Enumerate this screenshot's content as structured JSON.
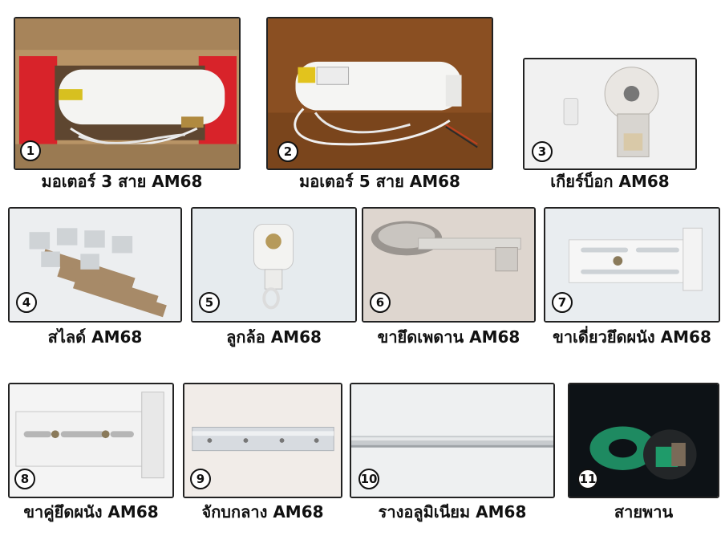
{
  "items": [
    {
      "number": "1",
      "caption": "มอเตอร์ 3 สาย AM68",
      "photo": "motor-3-wire-in-box"
    },
    {
      "number": "2",
      "caption": "มอเตอร์ 5 สาย AM68",
      "photo": "motor-5-wire"
    },
    {
      "number": "3",
      "caption": "เกียร์บ็อก AM68",
      "photo": "gearbox"
    },
    {
      "number": "4",
      "caption": "สไลด์ AM68",
      "photo": "slides-in-bag"
    },
    {
      "number": "5",
      "caption": "ลูกล้อ AM68",
      "photo": "roller-hook"
    },
    {
      "number": "6",
      "caption": "ขายึดเพดาน AM68",
      "photo": "ceiling-bracket"
    },
    {
      "number": "7",
      "caption": "ขาเดี่ยวยึดผนัง AM68",
      "photo": "single-wall-bracket"
    },
    {
      "number": "8",
      "caption": "ขาคู่ยึดผนัง AM68",
      "photo": "double-wall-bracket"
    },
    {
      "number": "9",
      "caption": "จักบกลาง AM68",
      "photo": "center-joint"
    },
    {
      "number": "10",
      "caption": "รางอลูมิเนียม AM68",
      "photo": "aluminium-rail"
    },
    {
      "number": "11",
      "caption": "สายพาน",
      "photo": "belt-roll"
    }
  ]
}
